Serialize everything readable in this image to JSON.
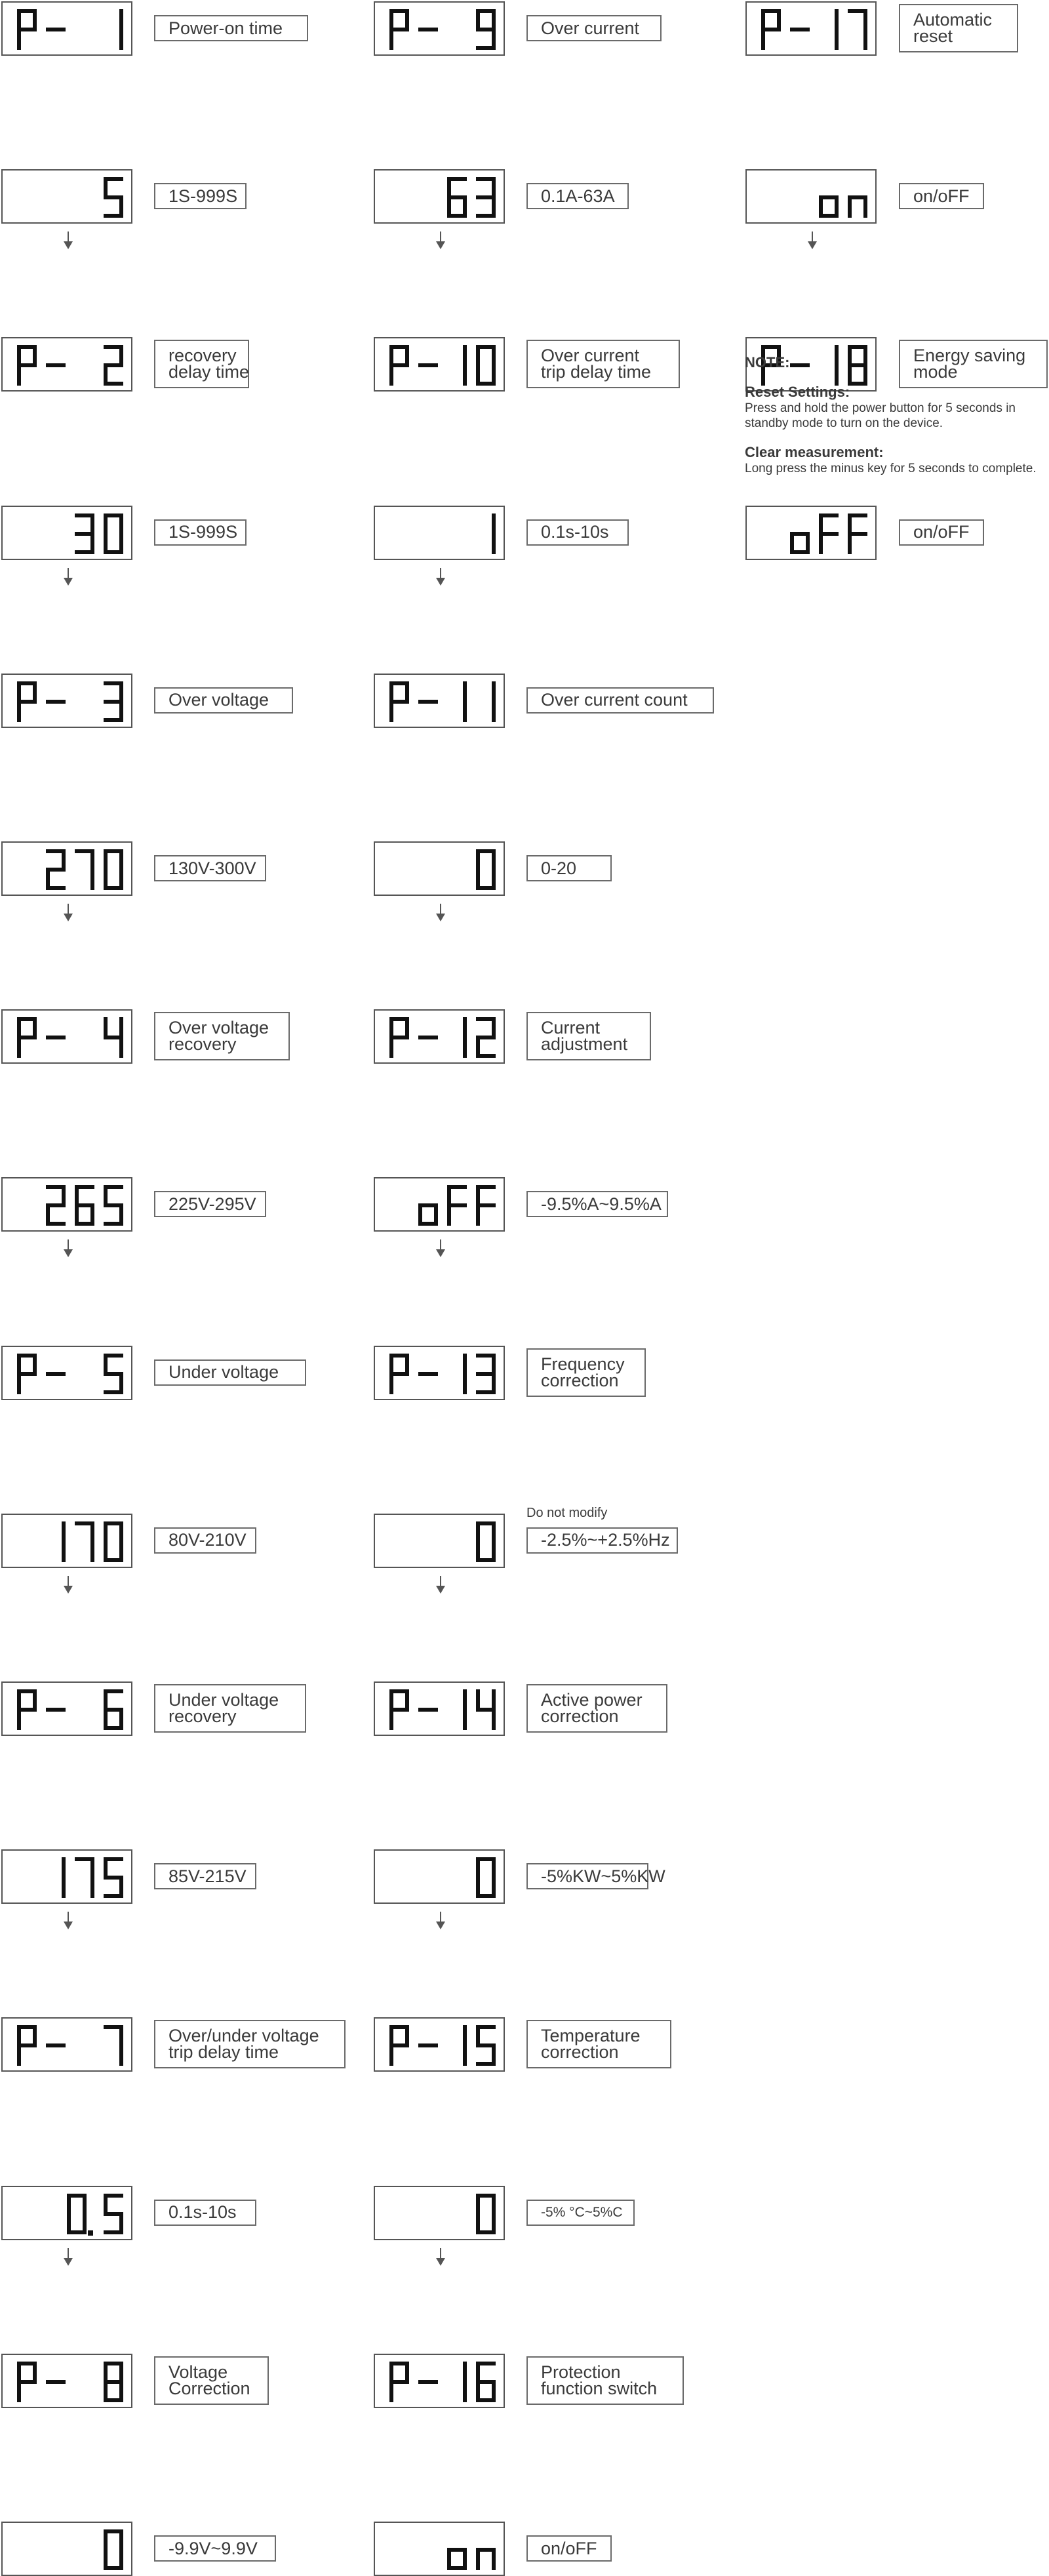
{
  "colors": {
    "segment": "#111111",
    "frame": "#555555",
    "label_border": "#6a6a6a",
    "text": "#3a3a3a",
    "arrow": "#555555"
  },
  "columns": [
    {
      "params": [
        {
          "code": "P- 1",
          "label": [
            "Power-on time"
          ],
          "value": "5",
          "range": "1S-999S"
        },
        {
          "code": "P- 2",
          "label": [
            "recovery",
            "delay time"
          ],
          "value": "30",
          "range": "1S-999S"
        },
        {
          "code": "P- 3",
          "label": [
            "Over voltage"
          ],
          "value": "270",
          "range": "130V-300V"
        },
        {
          "code": "P- 4",
          "label": [
            "Over voltage",
            "recovery"
          ],
          "value": "265",
          "range": "225V-295V"
        },
        {
          "code": "P- 5",
          "label": [
            "Under voltage"
          ],
          "value": "170",
          "range": "80V-210V"
        },
        {
          "code": "P- 6",
          "label": [
            "Under voltage",
            "recovery"
          ],
          "value": "175",
          "range": "85V-215V"
        },
        {
          "code": "P- 7",
          "label": [
            "Over/under voltage",
            "trip delay time"
          ],
          "value": "0.5",
          "range": "0.1s-10s"
        },
        {
          "code": "P- 8",
          "label": [
            "Voltage",
            "Correction"
          ],
          "value": "0",
          "range": "-9.9V~9.9V"
        }
      ]
    },
    {
      "params": [
        {
          "code": "P- 9",
          "label": [
            "Over current"
          ],
          "value": "63",
          "range": "0.1A-63A"
        },
        {
          "code": "P-10",
          "label": [
            "Over current",
            "trip delay time"
          ],
          "value": "1",
          "range": "0.1s-10s"
        },
        {
          "code": "P-11",
          "label": [
            "Over current count"
          ],
          "value": "0",
          "range": "0-20"
        },
        {
          "code": "P-12",
          "label": [
            "Current",
            "adjustment"
          ],
          "value": "oFF",
          "range": "-9.5%A~9.5%A"
        },
        {
          "code": "P-13",
          "label": [
            "Frequency",
            "correction"
          ],
          "value": "0",
          "range": "-2.5%~+2.5%Hz",
          "note": "Do not modify"
        },
        {
          "code": "P-14",
          "label": [
            "Active power",
            "correction"
          ],
          "value": "0",
          "range": "-5%KW~5%KW"
        },
        {
          "code": "P-15",
          "label": [
            "Temperature",
            "correction"
          ],
          "value": "0",
          "range": "-5% °C~5%C"
        },
        {
          "code": "P-16",
          "label": [
            "Protection",
            "function switch"
          ],
          "value": "on",
          "range": "on/oFF"
        }
      ]
    },
    {
      "params": [
        {
          "code": "P-17",
          "label": [
            "Automatic",
            "reset"
          ],
          "value": "on",
          "range": "on/oFF"
        },
        {
          "code": "P-18",
          "label": [
            "Energy saving",
            "mode"
          ],
          "value": "oFF",
          "range": "on/oFF"
        }
      ]
    }
  ],
  "notes": {
    "title": "NOTE:",
    "reset_title": "Reset Settings:",
    "reset_body": "Press and hold the power button for 5 seconds in standby mode to turn on the device.",
    "clear_title": "Clear measurement:",
    "clear_body": "Long press the minus key for 5 seconds to complete."
  }
}
